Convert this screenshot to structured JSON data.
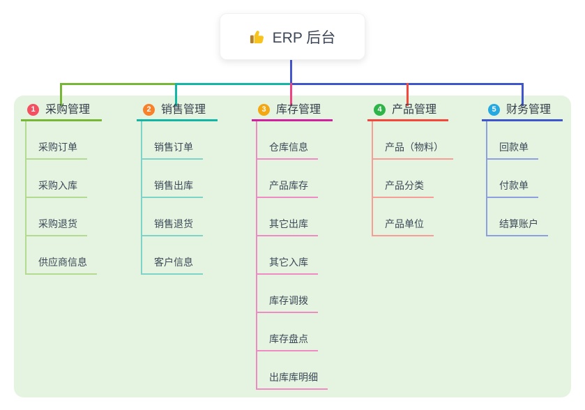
{
  "root": {
    "icon": "thumbs-up-icon",
    "label": "ERP 后台"
  },
  "branches": [
    {
      "badge": "1",
      "label": "采购管理",
      "badge_color": "#f35162",
      "main_color": "#76b836",
      "light_color": "#b4da92",
      "drop_color": "#76b836",
      "children": [
        "采购订单",
        "采购入库",
        "采购退货",
        "供应商信息"
      ]
    },
    {
      "badge": "2",
      "label": "销售管理",
      "badge_color": "#f8812c",
      "main_color": "#13b5a5",
      "light_color": "#7fd2c8",
      "drop_color": "#13b5a5",
      "children": [
        "销售订单",
        "销售出库",
        "销售退货",
        "客户信息"
      ]
    },
    {
      "badge": "3",
      "label": "库存管理",
      "badge_color": "#f3a712",
      "main_color": "#d2219f",
      "light_color": "#f08ac4",
      "drop_color": "#ee4283",
      "children": [
        "仓库信息",
        "产品库存",
        "其它出库",
        "其它入库",
        "库存调拨",
        "库存盘点",
        "出库库明细"
      ]
    },
    {
      "badge": "4",
      "label": "产品管理",
      "badge_color": "#2fb44a",
      "main_color": "#f5473c",
      "light_color": "#f89d96",
      "drop_color": "#f5473c",
      "children": [
        "产品（物料）",
        "产品分类",
        "产品单位"
      ]
    },
    {
      "badge": "5",
      "label": "财务管理",
      "badge_color": "#26a9e0",
      "main_color": "#3f55cb",
      "light_color": "#8e9fdf",
      "drop_color": "#3f55cb",
      "children": [
        "回款单",
        "付款单",
        "结算账户"
      ]
    }
  ],
  "colors": {
    "panel_background": "#e5f4e0",
    "trunk_line": "#4656ce",
    "node_text": "#3c4858"
  }
}
